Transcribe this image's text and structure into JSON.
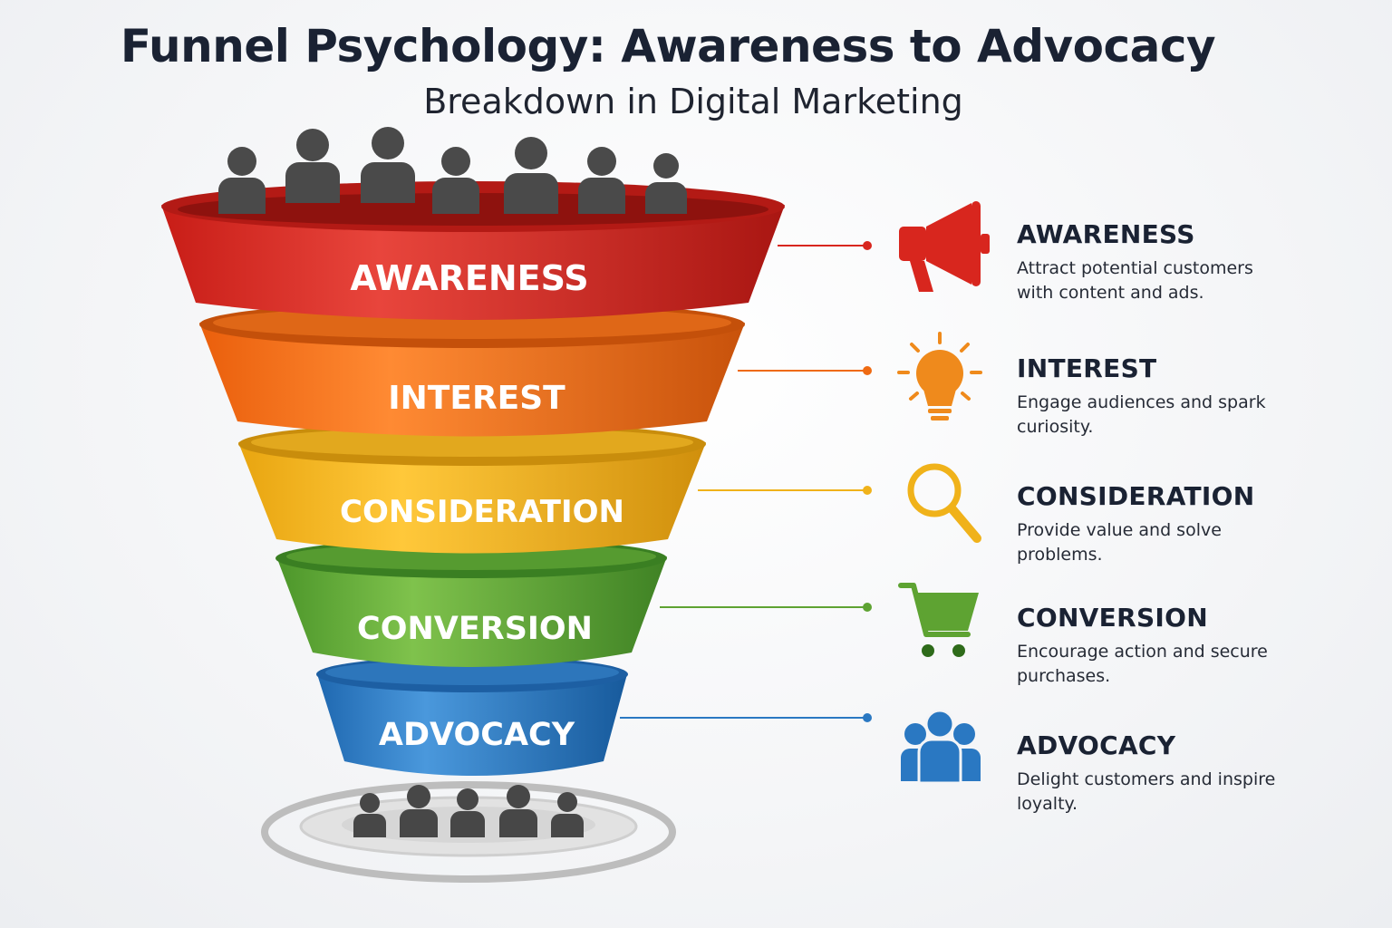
{
  "header": {
    "title": "Funnel Psychology: Awareness to Advocacy",
    "subtitle": "Breakdown in Digital Marketing"
  },
  "colors": {
    "awareness": "#d8261e",
    "interest": "#ef6a12",
    "consideration": "#f0b21a",
    "conversion": "#5ea332",
    "advocacy": "#2a78c2",
    "people": "#4a4a4a"
  },
  "stages": [
    {
      "label": "AWARENESS",
      "heading": "AWARENESS",
      "description": "Attract potential customers with content and ads.",
      "icon": "megaphone-icon",
      "color": "#d8261e"
    },
    {
      "label": "INTEREST",
      "heading": "INTEREST",
      "description": "Engage audiences and spark curiosity.",
      "icon": "lightbulb-icon",
      "color": "#ef6a12"
    },
    {
      "label": "CONSIDERATION",
      "heading": "CONSIDERATION",
      "description": "Provide value and solve problems.",
      "icon": "magnifier-icon",
      "color": "#f0b21a"
    },
    {
      "label": "CONVERSION",
      "heading": "CONVERSION",
      "description": "Encourage action and secure purchases.",
      "icon": "cart-icon",
      "color": "#5ea332"
    },
    {
      "label": "ADVOCACY",
      "heading": "ADVOCACY",
      "description": "Delight customers and inspire loyalty.",
      "icon": "people-group-icon",
      "color": "#2a78c2"
    }
  ]
}
